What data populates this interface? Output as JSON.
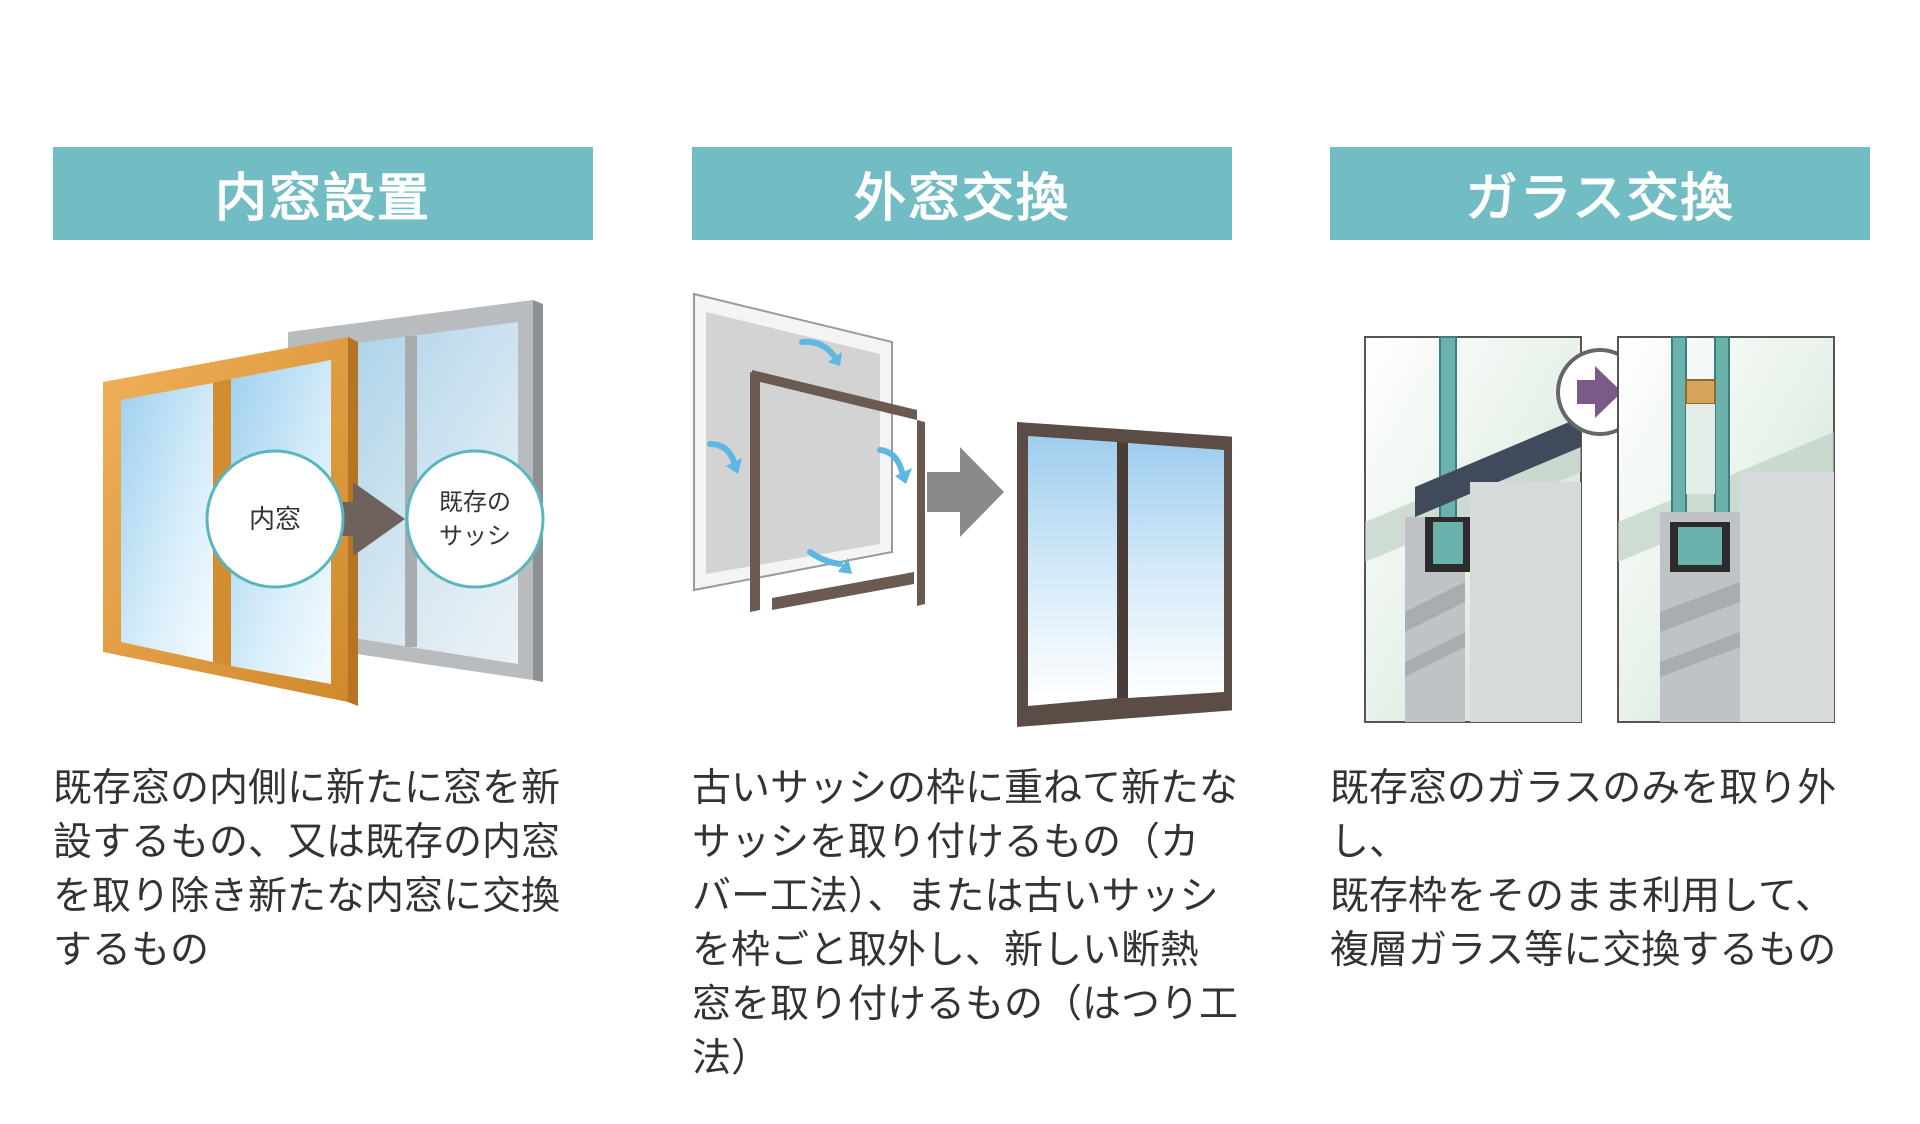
{
  "panels": [
    {
      "title": "内窓設置",
      "circle_left": "内窓",
      "circle_right_line1": "既存の",
      "circle_right_line2": "サッシ",
      "description": "既存窓の内側に新たに窓を新\n設するもの、又は既存の内窓\nを取り除き新たな内窓に交換\nするもの"
    },
    {
      "title": "外窓交換",
      "description": "古いサッシの枠に重ねて新たな\nサッシを取り付けるもの（カ\nバー工法）、または古いサッシ\nを枠ごと取外し、新しい断熱\n窓を取り付けるもの（はつり工\n法）"
    },
    {
      "title": "ガラス交換",
      "description": "既存窓のガラスのみを取り外し、\n既存枠をそのまま利用して、\n複層ガラス等に交換するもの"
    }
  ],
  "colors": {
    "header_bg": "#72bdc4",
    "header_text": "#ffffff",
    "text": "#333333",
    "wood": "#e39a3a",
    "arrow": "#6f625d",
    "circle_border": "#5ab6bd",
    "sash_dark": "#5b4c46",
    "glass": "#cfe6f5",
    "teal_arrow": "#5cb8e0",
    "purple_arrow": "#7b5a86"
  }
}
